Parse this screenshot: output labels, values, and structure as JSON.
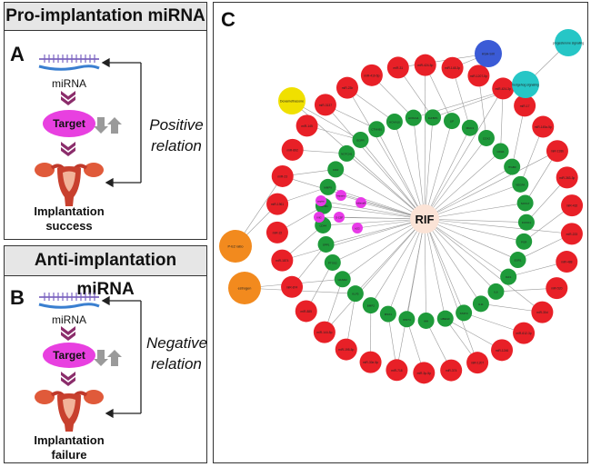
{
  "panel_top": {
    "title": "Pro-implantation miRNA",
    "letter": "A",
    "mirna": "miRNA",
    "target": "Target",
    "outcome_line1": "Implantation",
    "outcome_line2": "success",
    "relation_line1": "Positive",
    "relation_line2": "relation"
  },
  "panel_bottom": {
    "title": "Anti-implantation miRNA",
    "letter": "B",
    "mirna": "miRNA",
    "target": "Target",
    "outcome_line1": "Implantation",
    "outcome_line2": "failure",
    "relation_line1": "Negative",
    "relation_line2": "relation"
  },
  "network": {
    "letter": "C",
    "center": "RIF",
    "colors": {
      "mirna": "#e82027",
      "gene": "#1e9a3a",
      "drug": "#e83ae8",
      "hormone": "#f28a1e",
      "pathway": "#26c6c6",
      "blue": "#3b5bd6",
      "yellow": "#f0e000"
    },
    "outer_mirnas": [
      "miR-23b",
      "miR-410-5p",
      "miR-31",
      "miR-424-5p",
      "miR-148-3p",
      "miR-1207-5p",
      "miR-424-3p",
      "miR-17",
      "miR-145a-5p",
      "miR-193b",
      "miR-363-3p",
      "miR-432",
      "miR-223",
      "miR-488",
      "miR-520",
      "miR-30d",
      "miR-612-3p",
      "miR-1246",
      "miR-1207",
      "miR-374",
      "miR-3p-5p",
      "miR-718",
      "miR-30e-5p",
      "miR-195-5p",
      "miR-144-5p",
      "miR-885",
      "miR-874",
      "miR-1874",
      "miR-22",
      "miR-1961",
      "miR-23",
      "miR-892",
      "miR-145",
      "miR-3137"
    ],
    "inner_genes": [
      "HOXA10",
      "HOXA11",
      "IGFBP1",
      "LIF",
      "MUC1",
      "COX2",
      "CDH1",
      "ITGB3",
      "VEGFA",
      "SOX17",
      "FOXO1",
      "PGR",
      "ESR1",
      "IGF1",
      "IL6",
      "IL11",
      "STAT3",
      "HBEGF",
      "IHH",
      "WNT4",
      "MSX1",
      "BMP2",
      "KLF5",
      "HAND2",
      "PTGS2",
      "SPP1",
      "CD44",
      "TGFB1",
      "MMP9",
      "KDR",
      "NOTCH1",
      "EGFR",
      "CTNNB1"
    ],
    "drugs": [
      "aspirin",
      "heparin",
      "sildenafil",
      "G-CSF",
      "hCG",
      "IVIG"
    ],
    "hormones": [
      "P-E2 ratio",
      "estrogen"
    ],
    "pathways": [
      "progesterone signaling",
      "hedgehog signaling"
    ],
    "blue_node": "HSA-SIX",
    "yellow_node": "Dexamethasone"
  }
}
